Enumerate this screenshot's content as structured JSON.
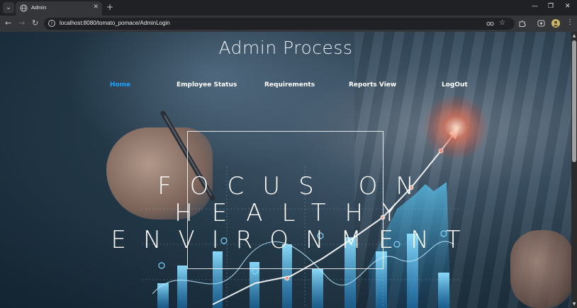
{
  "browser": {
    "tab_menu_icon": "chevron-down-icon",
    "tab": {
      "title": "Admin",
      "favicon": "globe-icon",
      "close_glyph": "✕"
    },
    "new_tab_glyph": "+",
    "window_controls": {
      "minimize": "—",
      "restore": "❐",
      "close": "✕"
    },
    "nav": {
      "back": "←",
      "forward": "→",
      "reload": "↻"
    },
    "address": {
      "url": "localhost:8080/tomato_pomace/AdminLogin"
    },
    "omnibox_icons": {
      "password": "key-icon",
      "bookmark": "☆"
    },
    "toolbar_icons": {
      "extensions": "puzzle-icon",
      "media": "media-icon",
      "profile": "avatar",
      "menu": "⋮"
    }
  },
  "page": {
    "title": "Admin Process",
    "nav": [
      {
        "label": "Home",
        "active": true
      },
      {
        "label": "Employee Status",
        "active": false
      },
      {
        "label": "Requirements",
        "active": false
      },
      {
        "label": "Reports View",
        "active": false
      },
      {
        "label": "LogOut",
        "active": false
      }
    ],
    "hero": {
      "line1": "FOCUS ON",
      "line2": "HEALTHY",
      "line3": "ENVIRONMENT"
    },
    "accent_color": "#1fa2ff"
  }
}
